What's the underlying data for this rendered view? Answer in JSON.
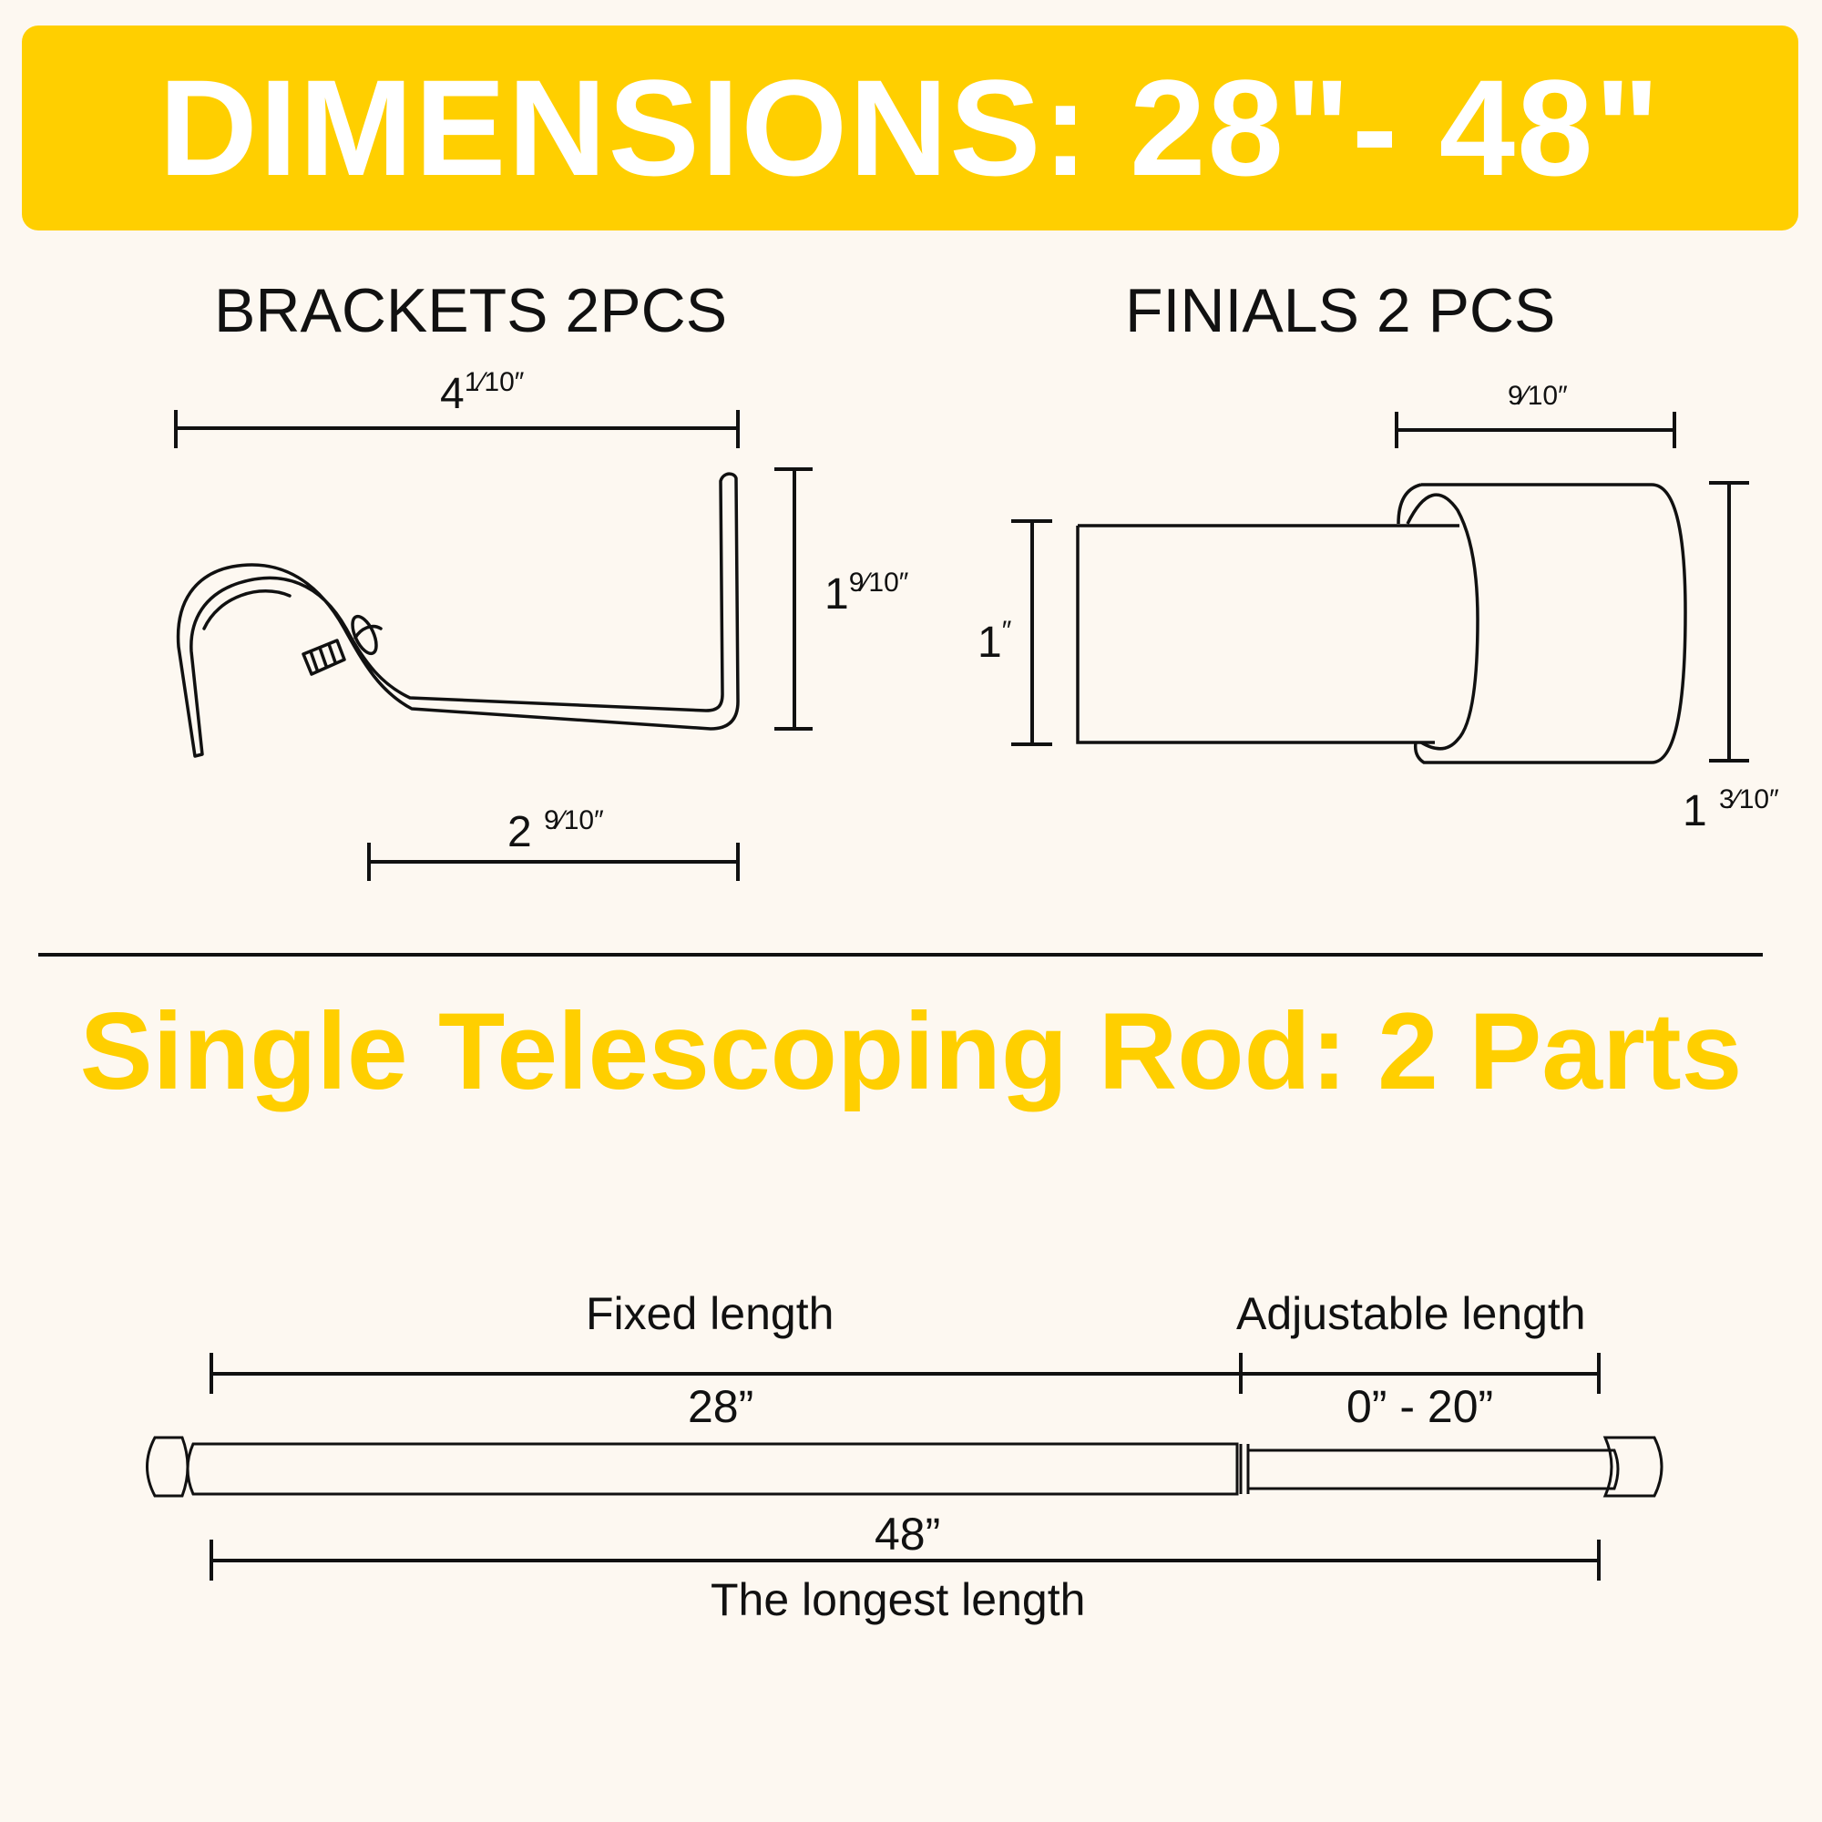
{
  "banner": {
    "title": "DIMENSIONS: 28\"- 48\""
  },
  "brackets": {
    "title": "BRACKETS 2PCS",
    "width_whole": "4",
    "width_frac": "1⁄10″",
    "height_whole": "1",
    "height_frac": "9⁄10″",
    "depth_whole": "2 ",
    "depth_frac": "9⁄10″"
  },
  "finials": {
    "title": "FINIALS 2 PCS",
    "cap_depth": "9⁄10″",
    "inner_whole": "1",
    "inner_frac": "″",
    "outer_whole": "1 ",
    "outer_frac": "3⁄10″"
  },
  "rod": {
    "title": "Single Telescoping Rod: 2 Parts",
    "fixed_label": "Fixed length",
    "fixed_value": "28”",
    "adjustable_label": "Adjustable length",
    "adjustable_value": "0” - 20”",
    "total_value": "48”",
    "total_label": "The longest length"
  },
  "colors": {
    "accent": "#ffcf00",
    "background": "#fdf8f1",
    "line": "#111111"
  }
}
